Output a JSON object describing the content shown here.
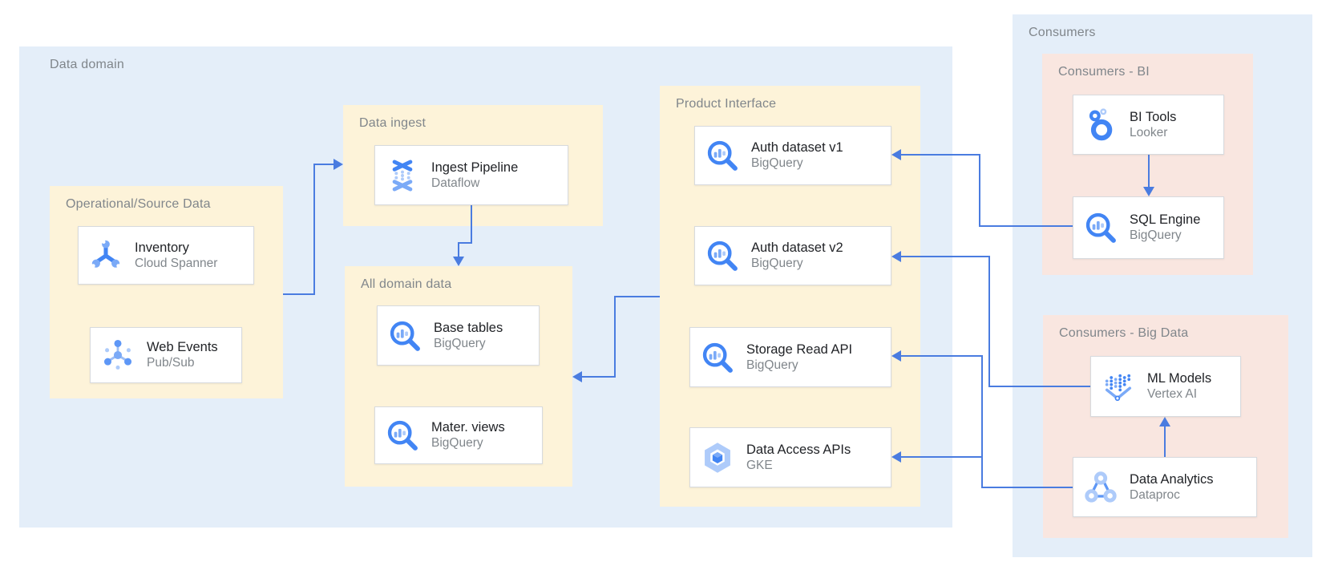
{
  "containers": {
    "data_domain": {
      "label": "Data domain"
    },
    "consumers": {
      "label": "Consumers"
    }
  },
  "groups": {
    "op_source": {
      "label": "Operational/Source Data"
    },
    "data_ingest": {
      "label": "Data ingest"
    },
    "all_domain": {
      "label": "All domain data"
    },
    "product_interface": {
      "label": "Product Interface"
    },
    "consumers_bi": {
      "label": "Consumers - BI"
    },
    "consumers_big_data": {
      "label": "Consumers - Big Data"
    }
  },
  "cards": {
    "inventory": {
      "title": "Inventory",
      "subtitle": "Cloud Spanner",
      "icon": "cloud-spanner-icon"
    },
    "web_events": {
      "title": "Web Events",
      "subtitle": "Pub/Sub",
      "icon": "pubsub-icon"
    },
    "ingest_pipeline": {
      "title": "Ingest Pipeline",
      "subtitle": "Dataflow",
      "icon": "dataflow-icon"
    },
    "base_tables": {
      "title": "Base tables",
      "subtitle": "BigQuery",
      "icon": "bigquery-icon"
    },
    "mater_views": {
      "title": "Mater. views",
      "subtitle": "BigQuery",
      "icon": "bigquery-icon"
    },
    "auth_dataset_v1": {
      "title": "Auth dataset v1",
      "subtitle": "BigQuery",
      "icon": "bigquery-icon"
    },
    "auth_dataset_v2": {
      "title": "Auth dataset v2",
      "subtitle": "BigQuery",
      "icon": "bigquery-icon"
    },
    "storage_read_api": {
      "title": "Storage Read API",
      "subtitle": "BigQuery",
      "icon": "bigquery-icon"
    },
    "data_access_apis": {
      "title": "Data Access APIs",
      "subtitle": "GKE",
      "icon": "gke-icon"
    },
    "bi_tools": {
      "title": "BI Tools",
      "subtitle": "Looker",
      "icon": "looker-icon"
    },
    "sql_engine": {
      "title": "SQL Engine",
      "subtitle": "BigQuery",
      "icon": "bigquery-icon"
    },
    "ml_models": {
      "title": "ML Models",
      "subtitle": "Vertex AI",
      "icon": "vertex-ai-icon"
    },
    "data_analytics": {
      "title": "Data Analytics",
      "subtitle": "Dataproc",
      "icon": "dataproc-icon"
    }
  },
  "colors": {
    "container_blue": "#e4eef9",
    "group_yellow": "#fdf3d9",
    "group_pink": "#f9e6e0",
    "card_border": "#d7dade",
    "connector_blue": "#4a7ce0",
    "icon_blue": "#4285f4",
    "icon_blue_medium": "#7baaf7",
    "icon_blue_light": "#aecbfa",
    "title_text": "#212327",
    "muted_text": "#80868b"
  }
}
